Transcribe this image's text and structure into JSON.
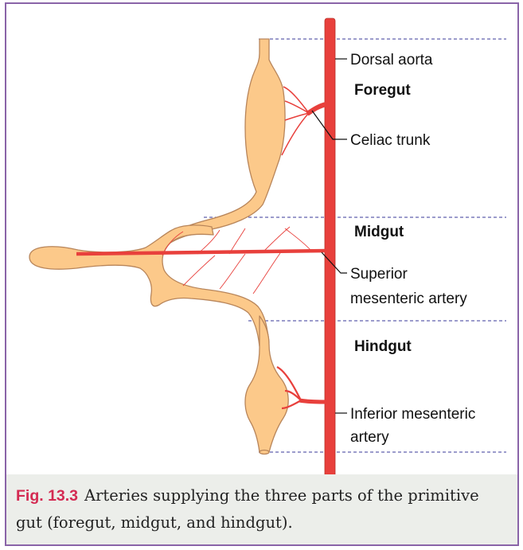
{
  "diagram": {
    "labels": {
      "dorsal_aorta": "Dorsal aorta",
      "celiac_trunk": "Celiac trunk",
      "superior_mesenteric_1": "Superior",
      "superior_mesenteric_2": "mesenteric artery",
      "inferior_mesenteric_1": "Inferior mesenteric",
      "inferior_mesenteric_2": "artery"
    },
    "regions": {
      "foregut": "Foregut",
      "midgut": "Midgut",
      "hindgut": "Hindgut"
    }
  },
  "caption": {
    "fig_number": "Fig. 13.3",
    "text": "Arteries supplying the three parts of the primitive gut (foregut, midgut, and hindgut)."
  },
  "colors": {
    "frame": "#8a64a8",
    "artery": "#e8403c",
    "gut_fill": "#fcc98a",
    "gut_outline": "#b8855a",
    "divider": "#3a3a9a",
    "fig_number": "#d42a52",
    "caption_bg": "#eceeea"
  }
}
